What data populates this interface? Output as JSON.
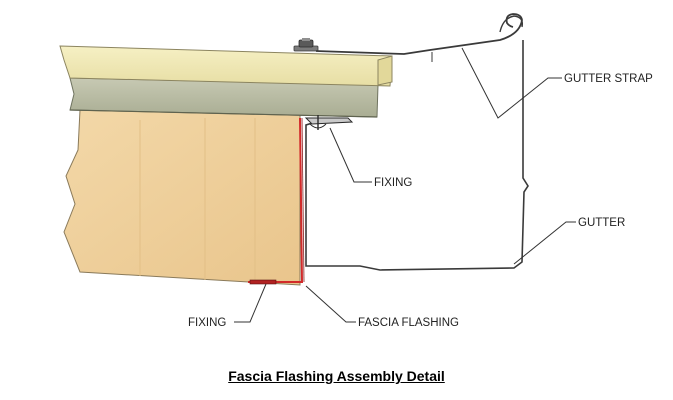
{
  "labels": {
    "gutter_strap": "GUTTER STRAP",
    "fixing_upper": "FIXING",
    "gutter": "GUTTER",
    "fixing_lower": "FIXING",
    "fascia_flashing": "FASCIA FLASHING"
  },
  "caption": "Fascia Flashing Assembly Detail",
  "colors": {
    "roof_panel_top": "#f3ecb8",
    "roof_panel_edge": "#e2d89a",
    "support_beam": "#b9bca4",
    "timber_fascia": "#f0d2a0",
    "flashing": "#d22a2a",
    "outline": "#333333"
  }
}
